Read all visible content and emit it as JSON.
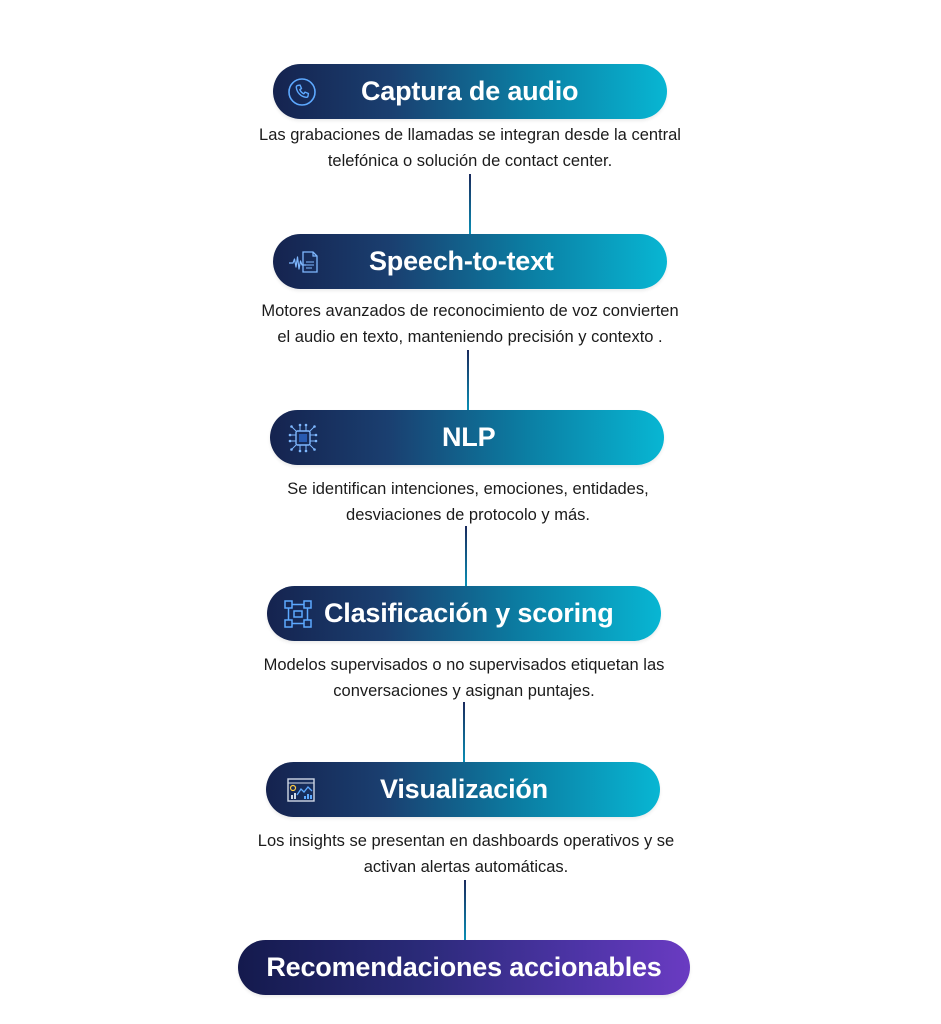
{
  "steps": [
    {
      "title": "Captura de audio",
      "icon": "phone-icon",
      "description": [
        "Las grabaciones de llamadas se integran desde la central",
        "telefónica o solución de contact center."
      ]
    },
    {
      "title": "Speech-to-text",
      "icon": "soundwave-document-icon",
      "description": [
        "Motores avanzados de reconocimiento de voz convierten",
        "el audio en texto, manteniendo precisión y contexto ."
      ]
    },
    {
      "title": "NLP",
      "icon": "ai-chip-icon",
      "description": [
        "Se identifican intenciones, emociones, entidades,",
        "desviaciones de protocolo y más."
      ]
    },
    {
      "title": "Clasificación y scoring",
      "icon": "network-nodes-icon",
      "description": [
        "Modelos supervisados o no supervisados etiquetan las",
        "conversaciones y asignan puntajes."
      ]
    },
    {
      "title": "Visualización",
      "icon": "dashboard-icon",
      "description": [
        "Los insights se presentan en dashboards operativos y se",
        "activan alertas automáticas."
      ]
    }
  ],
  "final_step": {
    "title": "Recomendaciones accionables"
  },
  "colors": {
    "pill_start": "#15234f",
    "pill_end": "#08b6d3",
    "final_start": "#141a4d",
    "final_end": "#6a3bc2",
    "icon_accent": "#5da9ff"
  }
}
